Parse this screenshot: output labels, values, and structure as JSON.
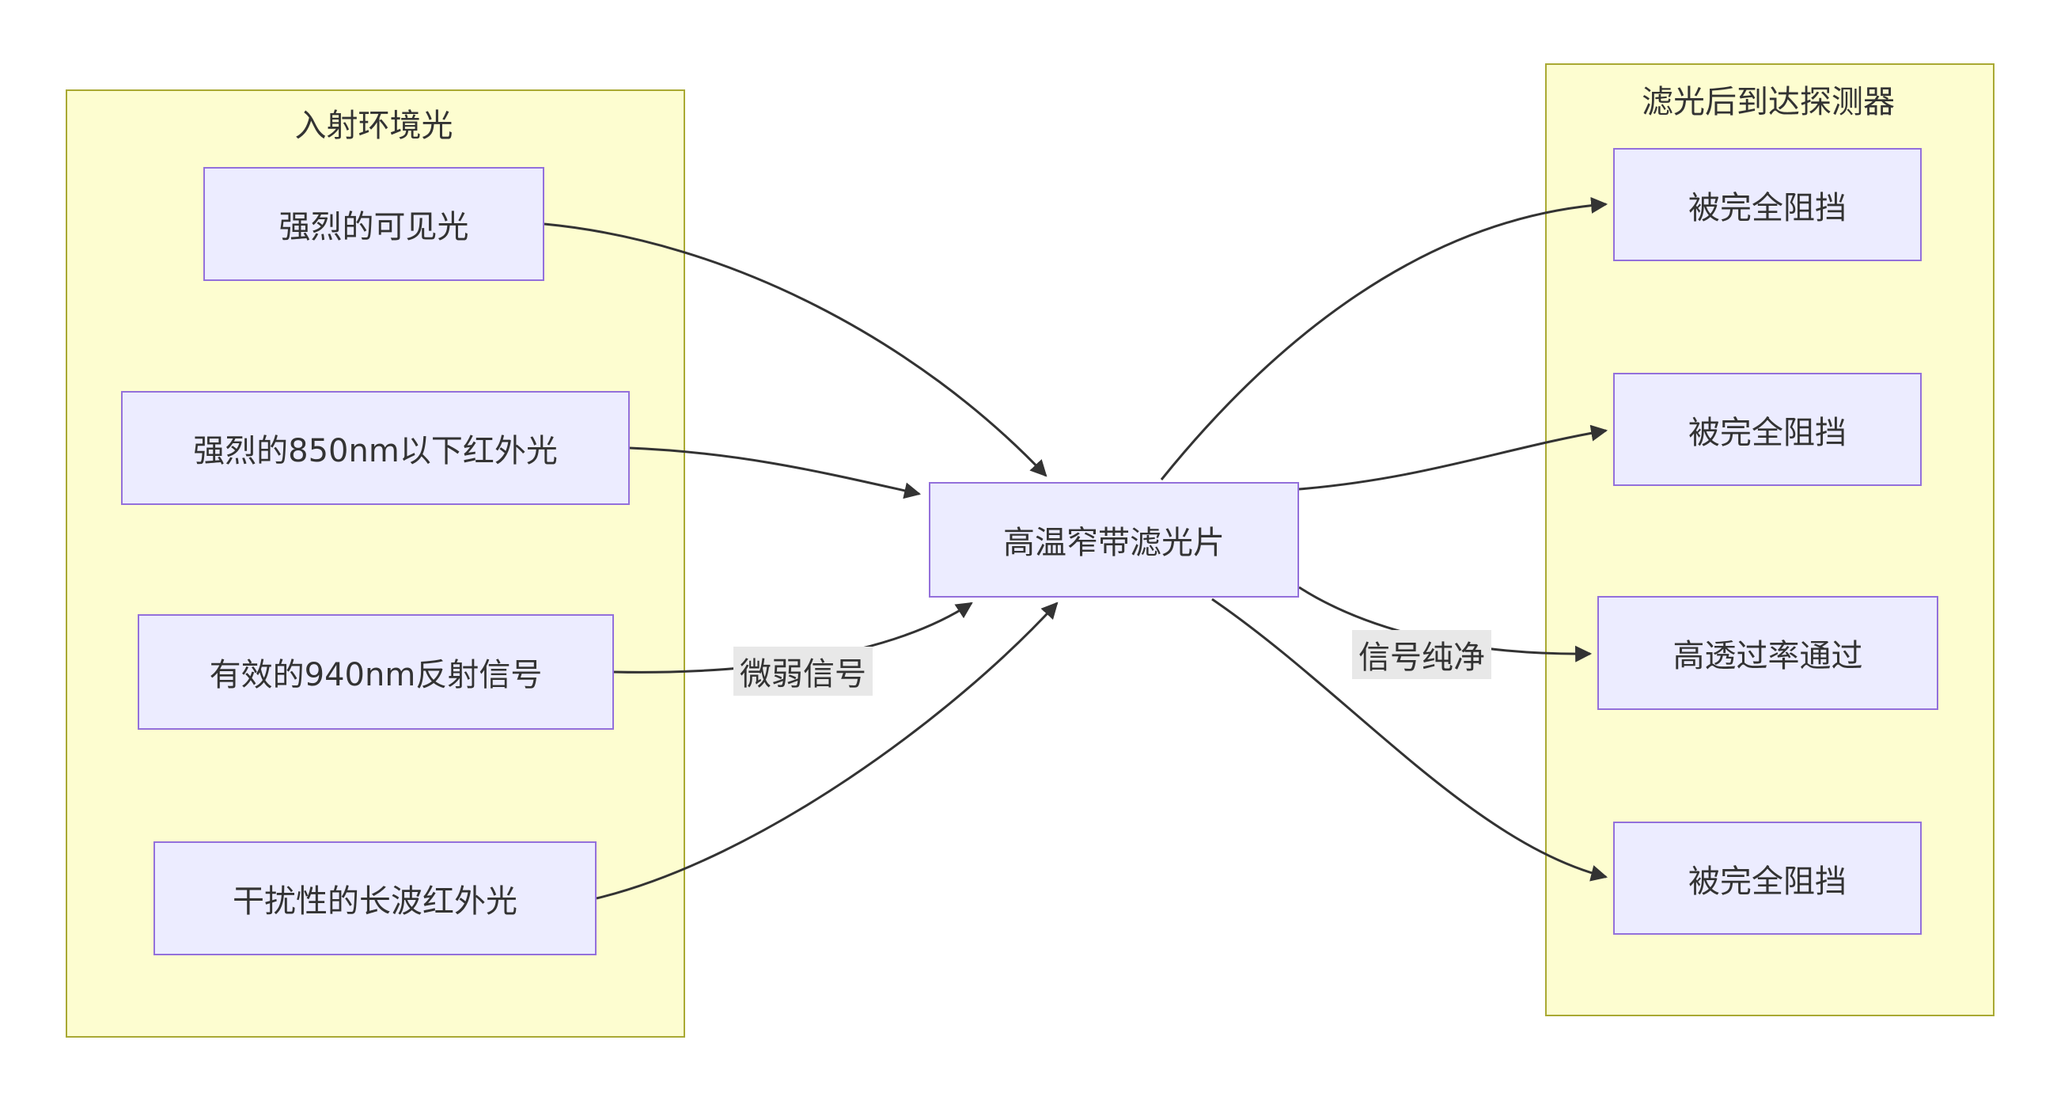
{
  "diagram": {
    "type": "flowchart",
    "left_group": {
      "title": "入射环境光",
      "nodes": [
        {
          "label": "强烈的可见光"
        },
        {
          "label": "强烈的850nm以下红外光"
        },
        {
          "label": "有效的940nm反射信号"
        },
        {
          "label": "干扰性的长波红外光"
        }
      ]
    },
    "center_node": {
      "label": "高温窄带滤光片"
    },
    "right_group": {
      "title": "滤光后到达探测器",
      "nodes": [
        {
          "label": "被完全阻挡"
        },
        {
          "label": "被完全阻挡"
        },
        {
          "label": "高透过率通过"
        },
        {
          "label": "被完全阻挡"
        }
      ]
    },
    "edge_labels": [
      {
        "text": "微弱信号"
      },
      {
        "text": "信号纯净"
      }
    ],
    "colors": {
      "cluster_fill": "#fdfdd0",
      "cluster_border": "#a9a933",
      "node_fill": "#ececff",
      "node_border": "#9370db",
      "edge_stroke": "#333333",
      "edge_label_bg": "#e8e8e8",
      "text": "#333333",
      "background": "#ffffff"
    }
  }
}
